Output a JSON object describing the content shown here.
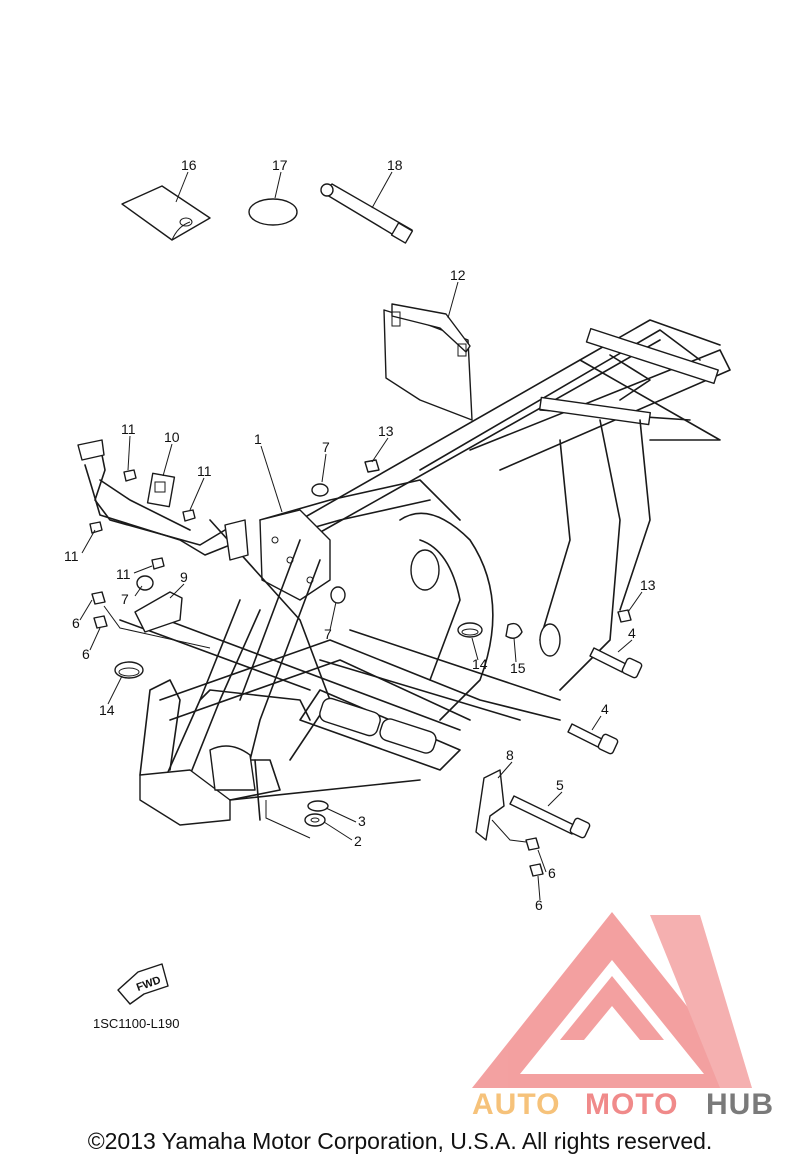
{
  "callouts": [
    {
      "id": "16",
      "label": "16"
    },
    {
      "id": "17",
      "label": "17"
    },
    {
      "id": "18",
      "label": "18"
    },
    {
      "id": "12",
      "label": "12"
    },
    {
      "id": "11a",
      "label": "11"
    },
    {
      "id": "10",
      "label": "10"
    },
    {
      "id": "11b",
      "label": "11"
    },
    {
      "id": "1",
      "label": "1"
    },
    {
      "id": "7a",
      "label": "7"
    },
    {
      "id": "13a",
      "label": "13"
    },
    {
      "id": "11c",
      "label": "11"
    },
    {
      "id": "11d",
      "label": "11"
    },
    {
      "id": "9",
      "label": "9"
    },
    {
      "id": "7b",
      "label": "7"
    },
    {
      "id": "6a",
      "label": "6"
    },
    {
      "id": "6b",
      "label": "6"
    },
    {
      "id": "7c",
      "label": "7"
    },
    {
      "id": "13b",
      "label": "13"
    },
    {
      "id": "4a",
      "label": "4"
    },
    {
      "id": "14a",
      "label": "14"
    },
    {
      "id": "15",
      "label": "15"
    },
    {
      "id": "14b",
      "label": "14"
    },
    {
      "id": "4b",
      "label": "4"
    },
    {
      "id": "8",
      "label": "8"
    },
    {
      "id": "5",
      "label": "5"
    },
    {
      "id": "3",
      "label": "3"
    },
    {
      "id": "2",
      "label": "2"
    },
    {
      "id": "6c",
      "label": "6"
    },
    {
      "id": "6d",
      "label": "6"
    }
  ],
  "fwd_marker": "FWD",
  "diagram_code": "1SC1100-L190",
  "watermark": {
    "brand_part1": "AUTO",
    "brand_part2": "MOTO",
    "brand_part3": "HUB",
    "color_light": "#f6c27a",
    "color_red": "#f08a8a",
    "color_dark": "#7a7a7a"
  },
  "copyright": "©2013 Yamaha Motor Corporation, U.S.A. All rights reserved."
}
